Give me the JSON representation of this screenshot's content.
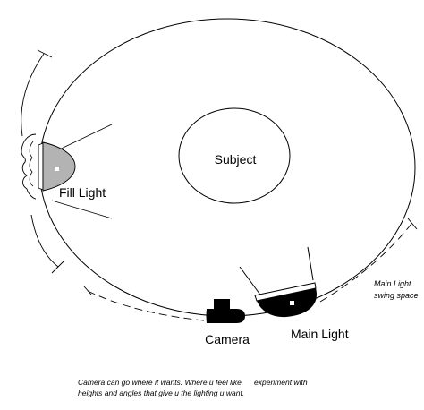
{
  "labels": {
    "subject": "Subject",
    "fill_light": "Fill Light",
    "camera": "Camera",
    "main_light": "Main Light",
    "swing_space_line1": "Main Light",
    "swing_space_line2": "swing space"
  },
  "caption": {
    "line1_a": "Camera can go where it wants. Where u feel like.",
    "line1_b": "experiment with",
    "line2": "heights and angles that give u the lighting u want."
  },
  "colors": {
    "stroke": "#000000",
    "fill_light_body": "#b3b3b3",
    "background": "#ffffff"
  }
}
